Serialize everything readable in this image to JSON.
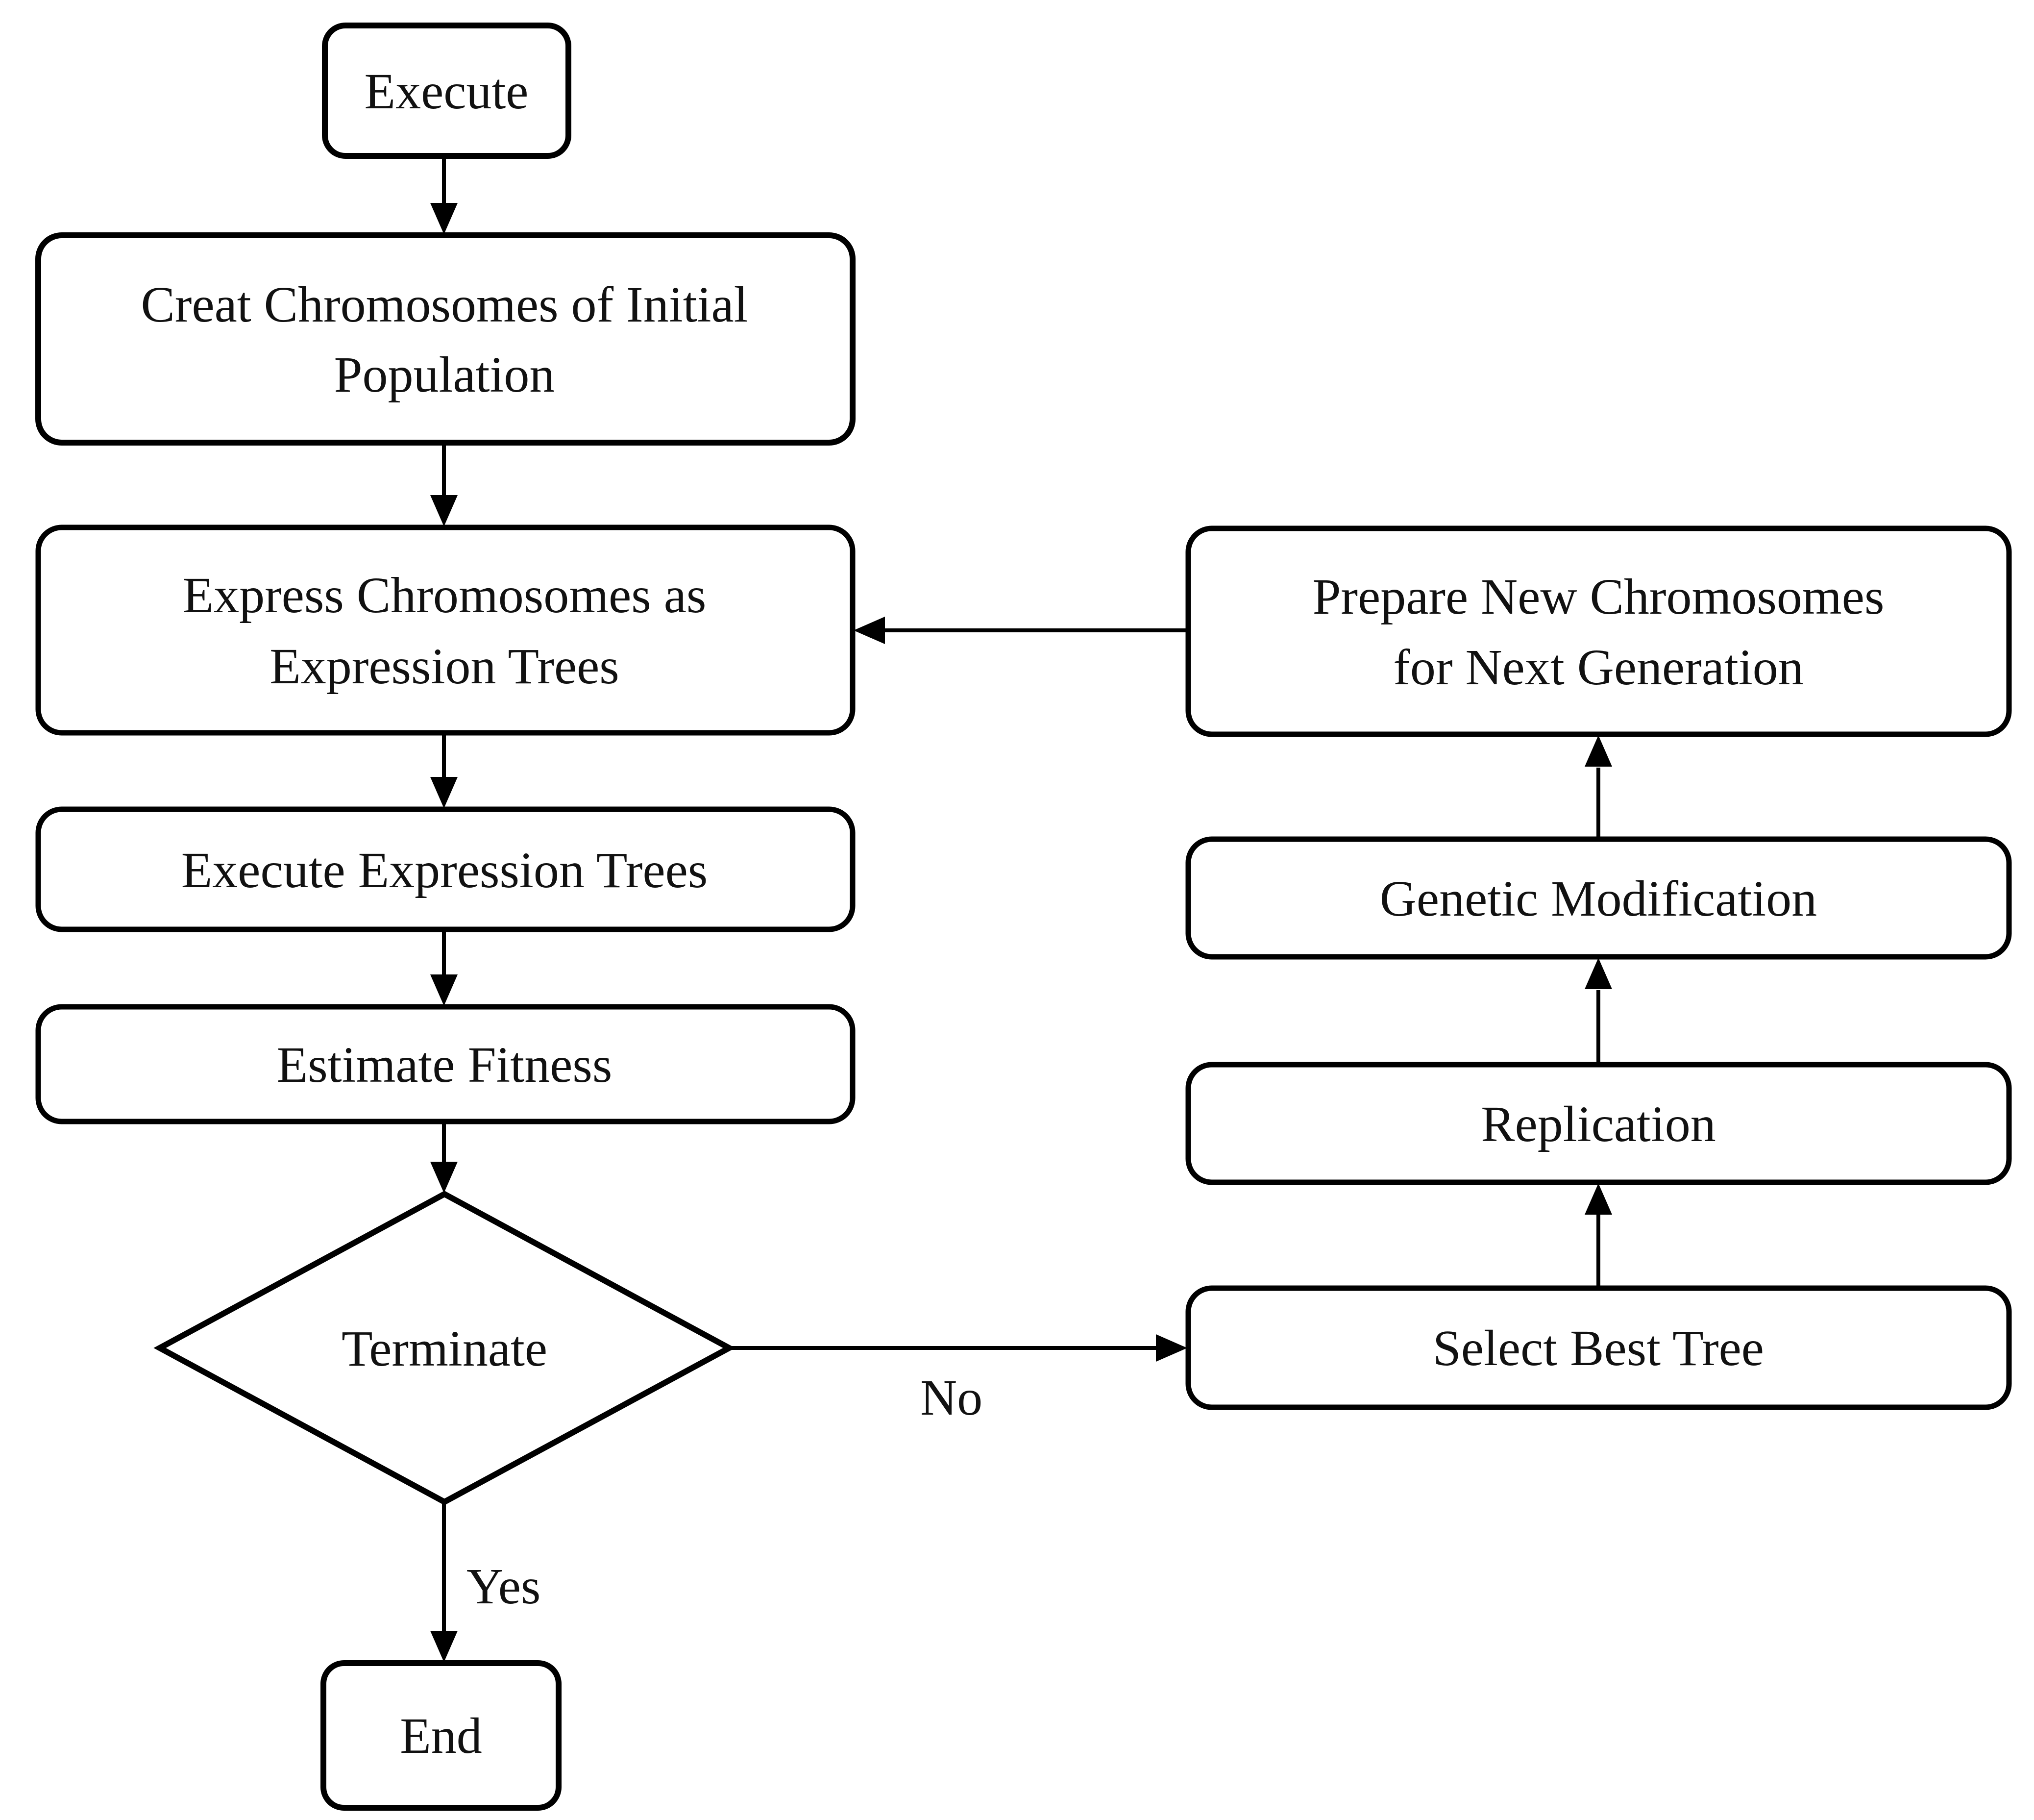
{
  "diagram": {
    "type": "flowchart",
    "colors": {
      "background": "#ffffff",
      "node_fill": "#ffffff",
      "stroke": "#000000",
      "text": "#111111"
    },
    "nodes": {
      "execute": {
        "label": "Execute",
        "shape": "rounded-rect"
      },
      "create_initial": {
        "label_line1": "Creat Chromosomes of Initial",
        "label_line2": "Population",
        "shape": "rounded-rect"
      },
      "express": {
        "label_line1": "Express Chromosomes as",
        "label_line2": "Expression Trees",
        "shape": "rounded-rect"
      },
      "execute_trees": {
        "label": "Execute Expression Trees",
        "shape": "rounded-rect"
      },
      "estimate_fitness": {
        "label": "Estimate Fitness",
        "shape": "rounded-rect"
      },
      "terminate": {
        "label": "Terminate",
        "shape": "diamond"
      },
      "end": {
        "label": "End",
        "shape": "rounded-rect"
      },
      "prepare": {
        "label_line1": "Prepare New Chromosomes",
        "label_line2": "for Next Generation",
        "shape": "rounded-rect"
      },
      "genetic_modification": {
        "label": "Genetic Modification",
        "shape": "rounded-rect"
      },
      "replication": {
        "label": "Replication",
        "shape": "rounded-rect"
      },
      "select_best_tree": {
        "label": "Select Best Tree",
        "shape": "rounded-rect"
      }
    },
    "edges": {
      "yes_label": "Yes",
      "no_label": "No"
    }
  }
}
